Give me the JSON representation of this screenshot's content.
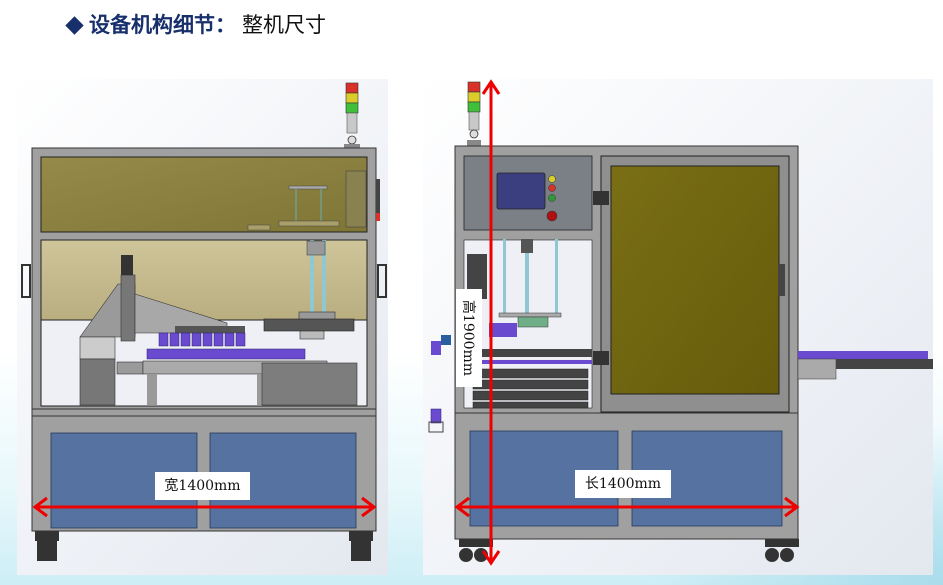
{
  "slide": {
    "title_main": "设备机构细节：",
    "title_sub": "整机尺寸",
    "bullet_icon": "diamond-bullet-icon"
  },
  "views": {
    "front": {
      "name": "front-view",
      "width_label": "宽1400mm"
    },
    "side": {
      "name": "side-view",
      "length_label": "长1400mm",
      "height_label": "高1900mm"
    }
  },
  "colors": {
    "title": "#17306b",
    "frame": "#a0a0a0",
    "frame_dark": "#3a3a3a",
    "panel_blue": "#5672a0",
    "window_olive": "#6e6410",
    "window_tan": "#c9bc8a",
    "dimension_arrow": "#ee0000",
    "tower_red": "#d8322a",
    "tower_yellow": "#d9cc2b",
    "tower_green": "#3fbf3a",
    "battery_purple": "#6a4bd0",
    "hmi_screen": "#3b3f80"
  }
}
